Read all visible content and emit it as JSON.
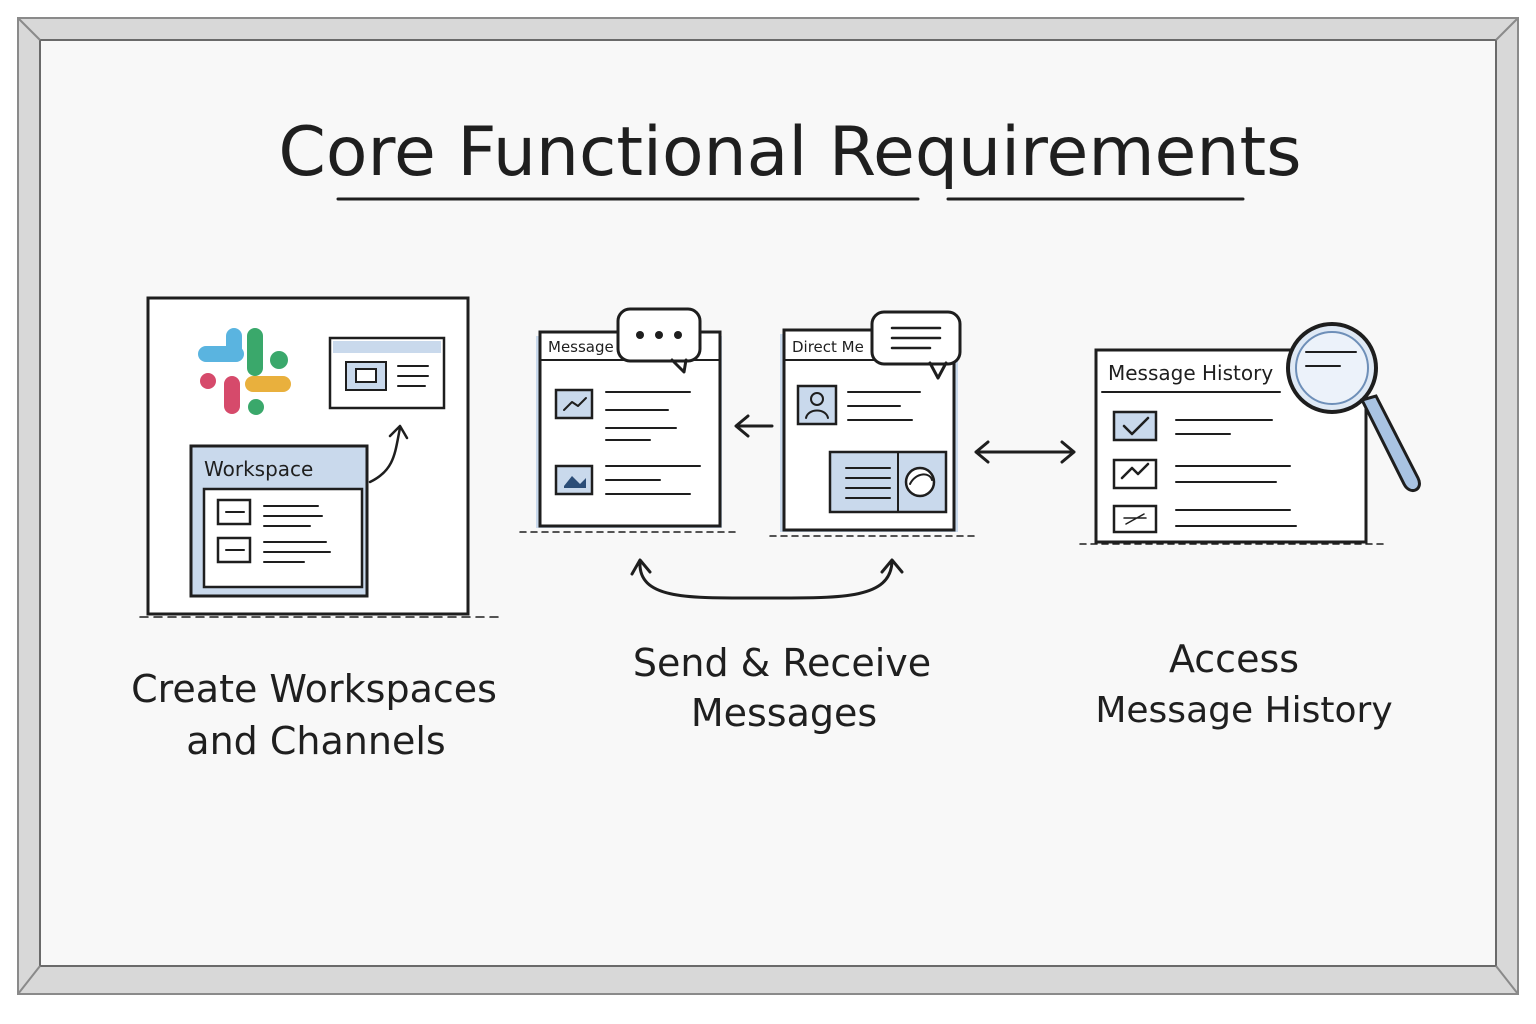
{
  "title": "Core Functional Requirements",
  "panels": {
    "workspace": {
      "window_title": "Workspace"
    },
    "messages": {
      "window_title": "Message"
    },
    "direct": {
      "window_title": "Direct Me"
    },
    "history": {
      "window_title": "Message History"
    }
  },
  "captions": {
    "create": [
      "Create Workspaces",
      "and Channels"
    ],
    "send": [
      "Send & Receive",
      "Messages"
    ],
    "access": [
      "Access",
      "Message History"
    ]
  },
  "colors": {
    "ink": "#1e1e1e",
    "accent_blue": "#c9d9ec",
    "logo_blue": "#5ab4e0",
    "logo_green": "#3aa86b",
    "logo_yellow": "#e9b03d",
    "logo_red": "#d64a6b"
  }
}
